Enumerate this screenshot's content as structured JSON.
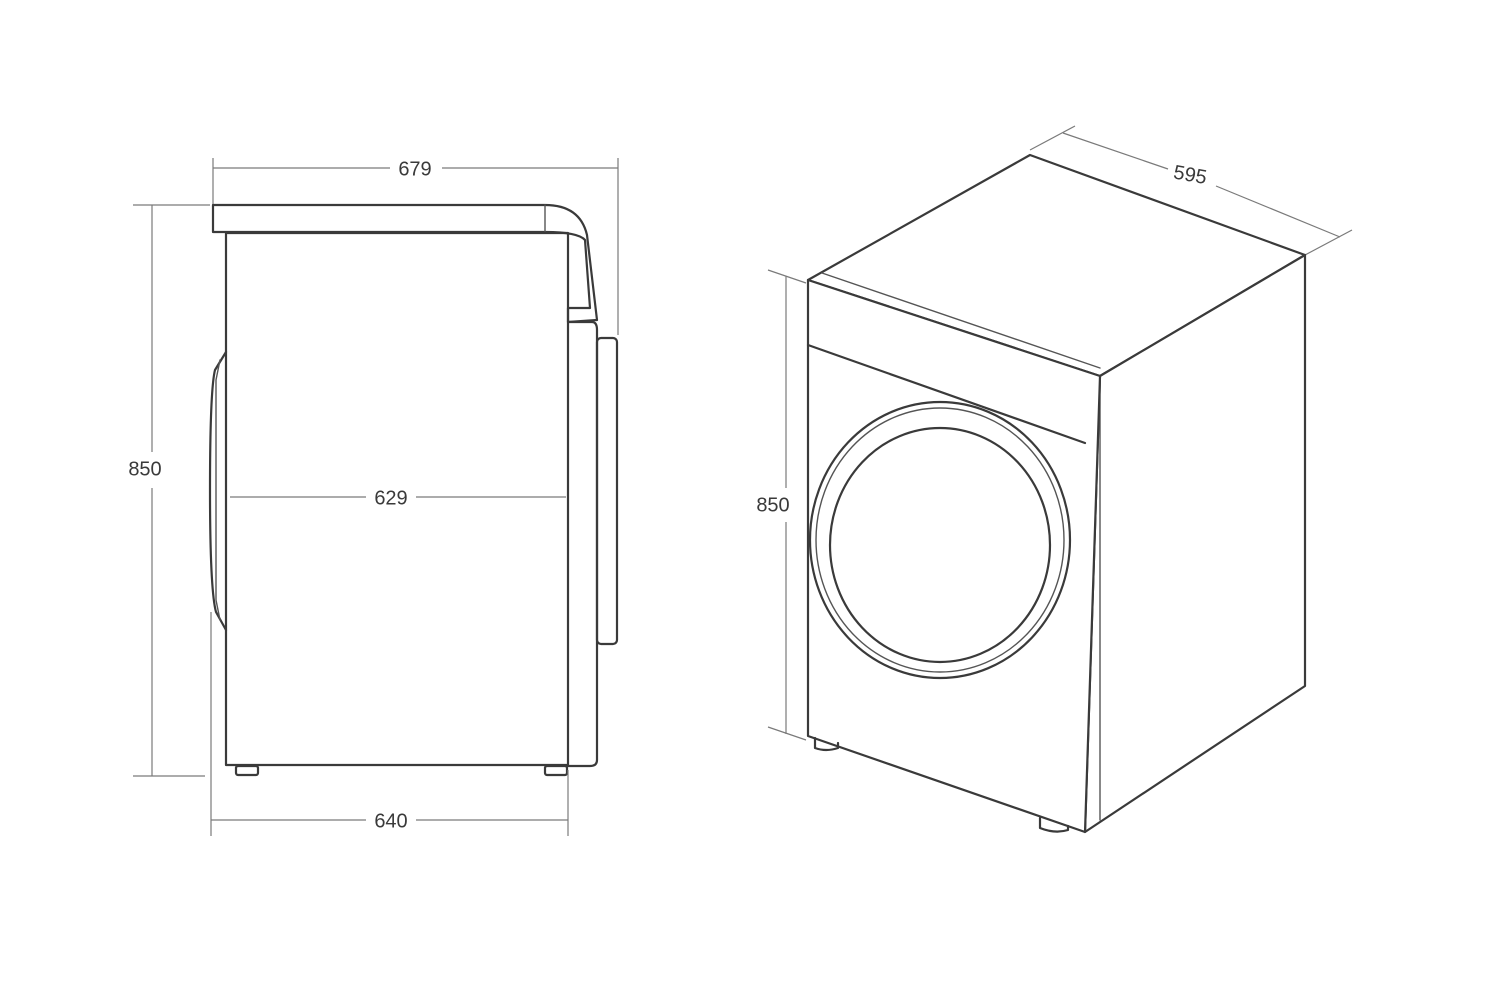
{
  "side_view": {
    "overall_depth": "679",
    "height": "850",
    "body_depth": "629",
    "base_depth": "640"
  },
  "iso_view": {
    "width": "595",
    "height": "850"
  }
}
